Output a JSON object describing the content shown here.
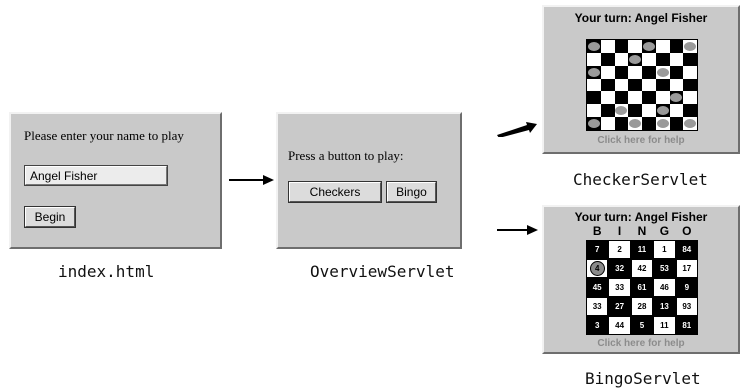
{
  "index_panel": {
    "prompt": "Please enter your name to play",
    "name_value": "Angel Fisher",
    "begin_label": "Begin",
    "caption": "index.html"
  },
  "overview_panel": {
    "prompt": "Press a button to play:",
    "checkers_label": "Checkers",
    "bingo_label": "Bingo",
    "caption": "OverviewServlet"
  },
  "checker_panel": {
    "title": "Your turn: Angel Fisher",
    "help": "Click here for help",
    "caption": "CheckerServlet",
    "pieces": [
      [
        0,
        0
      ],
      [
        0,
        4
      ],
      [
        0,
        7
      ],
      [
        1,
        3
      ],
      [
        2,
        0
      ],
      [
        2,
        5
      ],
      [
        4,
        6
      ],
      [
        5,
        2
      ],
      [
        5,
        5
      ],
      [
        6,
        0
      ],
      [
        6,
        3
      ],
      [
        6,
        5
      ],
      [
        6,
        7
      ]
    ]
  },
  "bingo_panel": {
    "title": "Your turn: Angel Fisher",
    "letters": [
      "B",
      "I",
      "N",
      "G",
      "O"
    ],
    "rows": [
      [
        "7",
        "2",
        "11",
        "1",
        "84"
      ],
      [
        "4",
        "32",
        "42",
        "53",
        "17"
      ],
      [
        "45",
        "33",
        "61",
        "46",
        "9"
      ],
      [
        "33",
        "27",
        "28",
        "13",
        "93"
      ],
      [
        "3",
        "44",
        "5",
        "11",
        "81"
      ]
    ],
    "marked": [
      [
        1,
        0
      ]
    ],
    "help": "Click here for help",
    "caption": "BingoServlet"
  },
  "arrows": [
    {
      "from": "index.html",
      "to": "OverviewServlet"
    },
    {
      "from": "OverviewServlet",
      "to": "CheckerServlet"
    },
    {
      "from": "OverviewServlet",
      "to": "BingoServlet"
    }
  ]
}
